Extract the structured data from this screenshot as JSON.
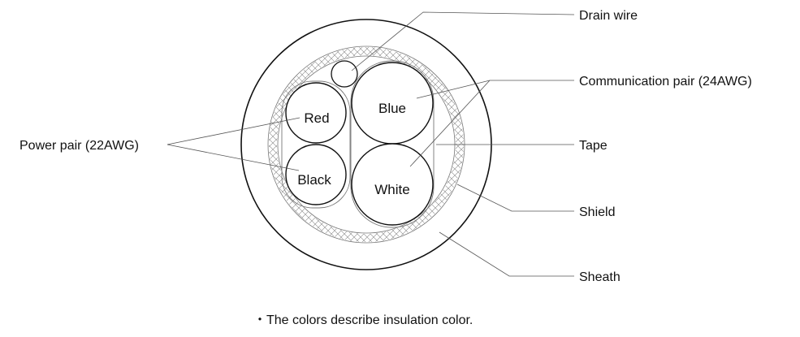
{
  "labels": {
    "drain_wire": "Drain wire",
    "communication_pair": "Communication pair (24AWG)",
    "tape": "Tape",
    "shield": "Shield",
    "sheath": "Sheath",
    "power_pair": "Power pair (22AWG)"
  },
  "conductors": {
    "red": "Red",
    "black": "Black",
    "blue": "Blue",
    "white": "White"
  },
  "footnote": "・The colors describe insulation color."
}
